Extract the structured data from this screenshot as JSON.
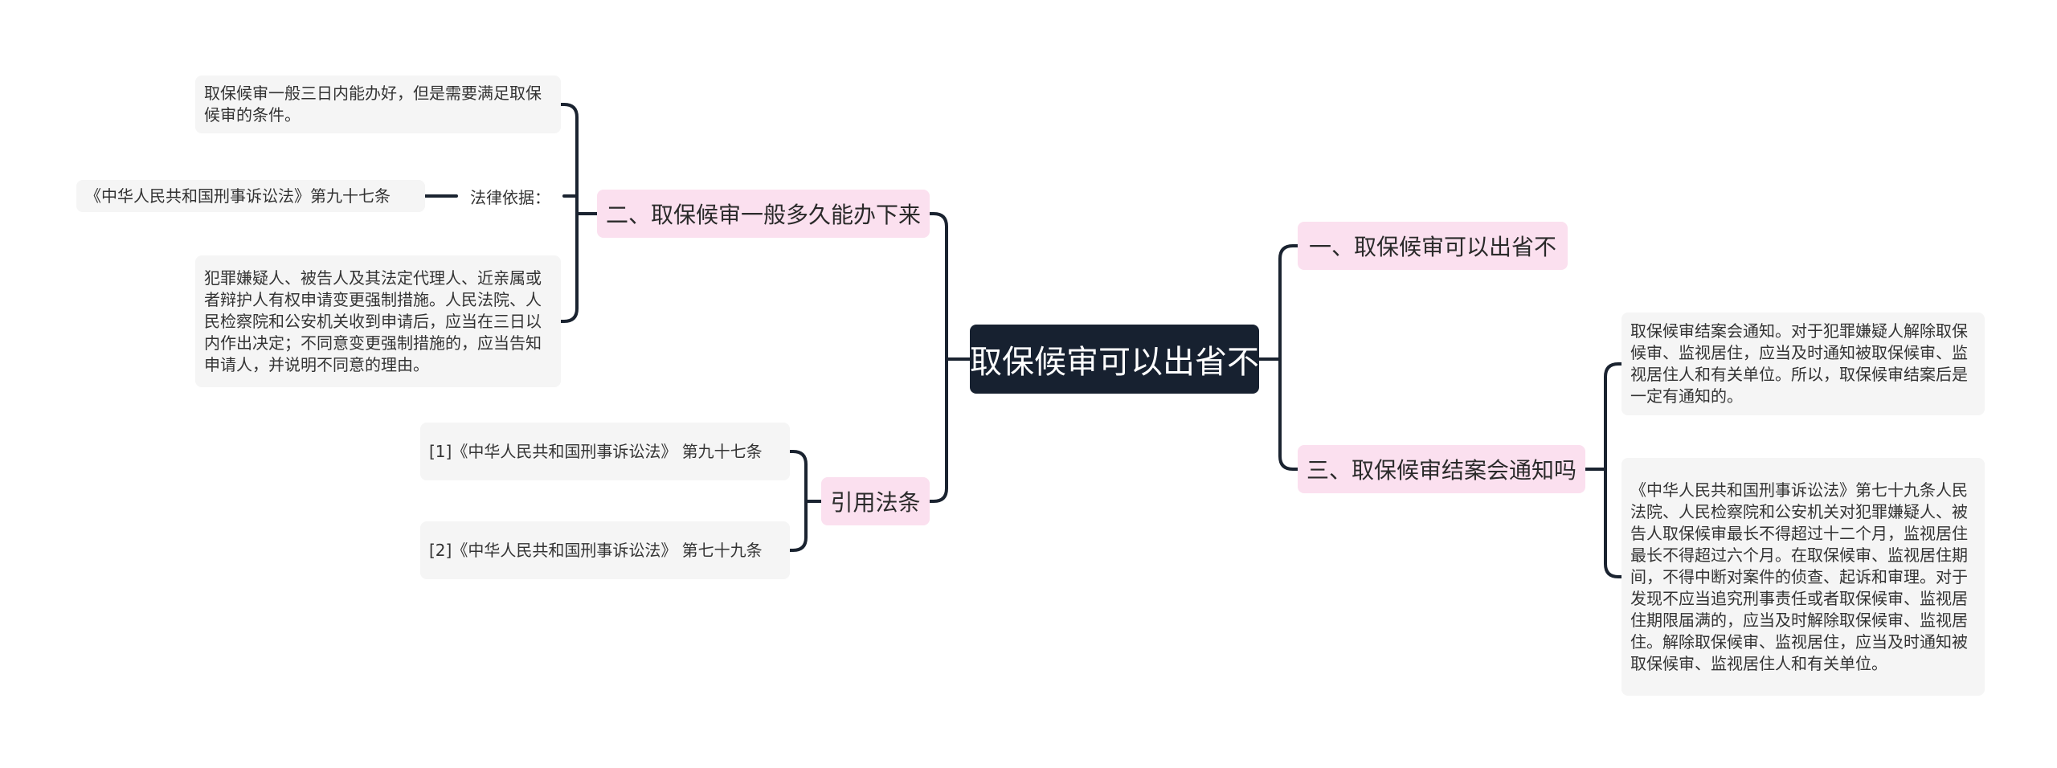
{
  "root": {
    "title": "取保候审可以出省不"
  },
  "branches": {
    "b1": {
      "title": "一、取保候审可以出省不"
    },
    "b2": {
      "title": "二、取保候审一般多久能办下来",
      "time_note": "取保候审一般三日内能办好，但是需要满足取保候审的条件。",
      "basis_label": "法律依据：",
      "basis_law": "《中华人民共和国刑事诉讼法》第九十七条",
      "basis_text": "犯罪嫌疑人、被告人及其法定代理人、近亲属或者辩护人有权申请变更强制措施。人民法院、人民检察院和公安机关收到申请后，应当在三日以内作出决定；不同意变更强制措施的，应当告知申请人，并说明不同意的理由。"
    },
    "b3": {
      "title": "三、取保候审结案会通知吗",
      "note1": "取保候审结案会通知。对于犯罪嫌疑人解除取保候审、监视居住，应当及时通知被取保候审、监视居住人和有关单位。所以，取保候审结案后是一定有通知的。",
      "note2": "《中华人民共和国刑事诉讼法》第七十九条人民法院、人民检察院和公安机关对犯罪嫌疑人、被告人取保候审最长不得超过十二个月，监视居住最长不得超过六个月。在取保候审、监视居住期间，不得中断对案件的侦查、起诉和审理。对于发现不应当追究刑事责任或者取保候审、监视居住期限届满的，应当及时解除取保候审、监视居住。解除取保候审、监视居住，应当及时通知被取保候审、监视居住人和有关单位。"
    },
    "b4": {
      "title": "引用法条",
      "ref1": "[1]《中华人民共和国刑事诉讼法》 第九十七条",
      "ref2": "[2]《中华人民共和国刑事诉讼法》 第七十九条"
    }
  },
  "colors": {
    "root_bg": "#172130",
    "root_text": "#ffffff",
    "branch_bg": "#fbe0ef",
    "leaf_bg": "#f5f5f5",
    "connector": "#1a2330"
  }
}
